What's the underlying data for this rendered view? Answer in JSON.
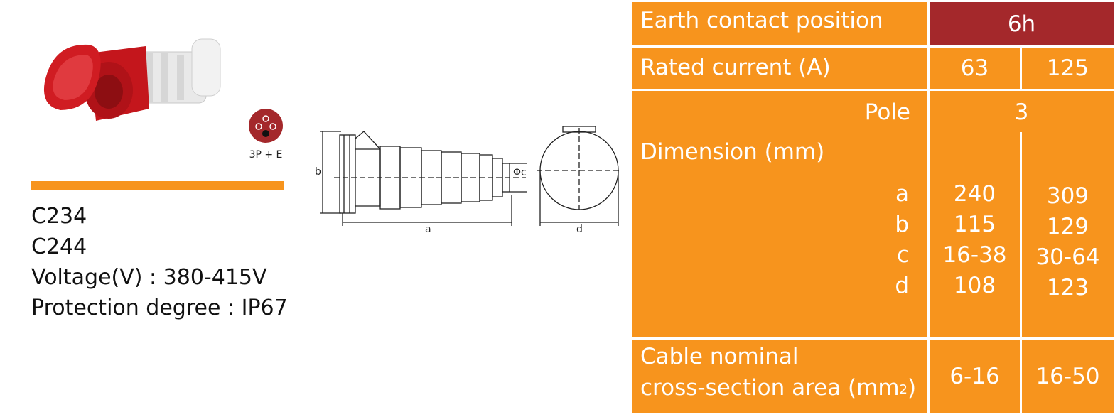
{
  "product": {
    "pin_label": "3P + E",
    "code_1": "C234",
    "code_2": "C244",
    "voltage": "Voltage(V) : 380-415V",
    "protection": "Protection degree : IP67",
    "color_red": "#c4161c",
    "color_white": "#eeeeee"
  },
  "drawing": {
    "label_a": "a",
    "label_b": "b",
    "label_c": "Φc",
    "label_d": "d"
  },
  "table": {
    "earth_label": "Earth contact position",
    "earth_value": "6h",
    "rated_label": "Rated current (A)",
    "rated_values": [
      "63",
      "125"
    ],
    "pole_label": "Pole",
    "pole_value": "3",
    "dimension_label": "Dimension (mm)",
    "dim_letters": [
      "a",
      "b",
      "c",
      "d"
    ],
    "dim_col1": [
      "240",
      "115",
      "16-38",
      "108"
    ],
    "dim_col2": [
      "309",
      "129",
      "30-64",
      "123"
    ],
    "cable_label_1": "Cable nominal",
    "cable_label_2": "cross-section area (mm",
    "cable_label_sup": "2",
    "cable_label_end": ")",
    "cable_values": [
      "6-16",
      "16-50"
    ],
    "color_orange": "#f7941d",
    "color_dark_red": "#a4282b"
  }
}
